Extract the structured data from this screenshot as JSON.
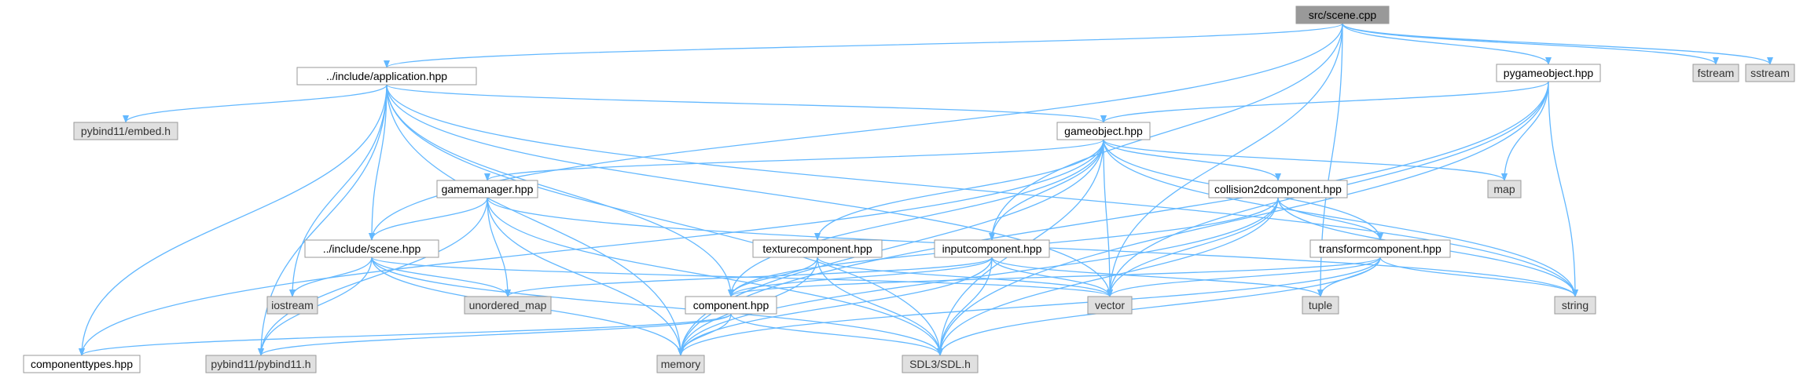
{
  "diagram": {
    "type": "include-dependency-graph",
    "colors": {
      "root_fill": "#999999",
      "project_fill": "#ffffff",
      "system_fill": "#e0e0e0",
      "border": "#999999",
      "edge": "#63b8ff"
    },
    "nodes": [
      {
        "id": "scene_cpp",
        "label": "src/scene.cpp",
        "kind": "root"
      },
      {
        "id": "application_hpp",
        "label": "../include/application.hpp",
        "kind": "project"
      },
      {
        "id": "pygameobject_hpp",
        "label": "pygameobject.hpp",
        "kind": "project"
      },
      {
        "id": "fstream",
        "label": "fstream",
        "kind": "system"
      },
      {
        "id": "sstream",
        "label": "sstream",
        "kind": "system"
      },
      {
        "id": "embed_h",
        "label": "pybind11/embed.h",
        "kind": "system"
      },
      {
        "id": "gameobject_hpp",
        "label": "gameobject.hpp",
        "kind": "project"
      },
      {
        "id": "gamemanager_hpp",
        "label": "gamemanager.hpp",
        "kind": "project"
      },
      {
        "id": "collision_hpp",
        "label": "collision2dcomponent.hpp",
        "kind": "project"
      },
      {
        "id": "map",
        "label": "map",
        "kind": "system"
      },
      {
        "id": "scene_hpp",
        "label": "../include/scene.hpp",
        "kind": "project"
      },
      {
        "id": "texture_hpp",
        "label": "texturecomponent.hpp",
        "kind": "project"
      },
      {
        "id": "input_hpp",
        "label": "inputcomponent.hpp",
        "kind": "project"
      },
      {
        "id": "transform_hpp",
        "label": "transformcomponent.hpp",
        "kind": "project"
      },
      {
        "id": "iostream",
        "label": "iostream",
        "kind": "system"
      },
      {
        "id": "unordered_map",
        "label": "unordered_map",
        "kind": "system"
      },
      {
        "id": "component_hpp",
        "label": "component.hpp",
        "kind": "project"
      },
      {
        "id": "vector",
        "label": "vector",
        "kind": "system"
      },
      {
        "id": "tuple",
        "label": "tuple",
        "kind": "system"
      },
      {
        "id": "string",
        "label": "string",
        "kind": "system"
      },
      {
        "id": "componenttypes_hpp",
        "label": "componenttypes.hpp",
        "kind": "project"
      },
      {
        "id": "pybind11_h",
        "label": "pybind11/pybind11.h",
        "kind": "system"
      },
      {
        "id": "memory",
        "label": "memory",
        "kind": "system"
      },
      {
        "id": "sdl_h",
        "label": "SDL3/SDL.h",
        "kind": "system"
      }
    ],
    "edges": [
      [
        "scene_cpp",
        "application_hpp"
      ],
      [
        "scene_cpp",
        "pygameobject_hpp"
      ],
      [
        "scene_cpp",
        "fstream"
      ],
      [
        "scene_cpp",
        "sstream"
      ],
      [
        "scene_cpp",
        "scene_hpp"
      ],
      [
        "scene_cpp",
        "input_hpp"
      ],
      [
        "scene_cpp",
        "vector"
      ],
      [
        "scene_cpp",
        "tuple"
      ],
      [
        "application_hpp",
        "embed_h"
      ],
      [
        "application_hpp",
        "gameobject_hpp"
      ],
      [
        "application_hpp",
        "scene_hpp"
      ],
      [
        "application_hpp",
        "iostream"
      ],
      [
        "application_hpp",
        "componenttypes_hpp"
      ],
      [
        "application_hpp",
        "pybind11_h"
      ],
      [
        "application_hpp",
        "memory"
      ],
      [
        "application_hpp",
        "sdl_h"
      ],
      [
        "application_hpp",
        "component_hpp"
      ],
      [
        "application_hpp",
        "vector"
      ],
      [
        "application_hpp",
        "string"
      ],
      [
        "pygameobject_hpp",
        "gameobject_hpp"
      ],
      [
        "pygameobject_hpp",
        "map"
      ],
      [
        "pygameobject_hpp",
        "vector"
      ],
      [
        "pygameobject_hpp",
        "string"
      ],
      [
        "pygameobject_hpp",
        "memory"
      ],
      [
        "pygameobject_hpp",
        "sdl_h"
      ],
      [
        "gameobject_hpp",
        "gamemanager_hpp"
      ],
      [
        "gameobject_hpp",
        "collision_hpp"
      ],
      [
        "gameobject_hpp",
        "map"
      ],
      [
        "gameobject_hpp",
        "texture_hpp"
      ],
      [
        "gameobject_hpp",
        "input_hpp"
      ],
      [
        "gameobject_hpp",
        "transform_hpp"
      ],
      [
        "gameobject_hpp",
        "component_hpp"
      ],
      [
        "gameobject_hpp",
        "componenttypes_hpp"
      ],
      [
        "gameobject_hpp",
        "vector"
      ],
      [
        "gameobject_hpp",
        "string"
      ],
      [
        "gameobject_hpp",
        "memory"
      ],
      [
        "gameobject_hpp",
        "sdl_h"
      ],
      [
        "gamemanager_hpp",
        "scene_hpp"
      ],
      [
        "gamemanager_hpp",
        "unordered_map"
      ],
      [
        "gamemanager_hpp",
        "pybind11_h"
      ],
      [
        "gamemanager_hpp",
        "memory"
      ],
      [
        "gamemanager_hpp",
        "sdl_h"
      ],
      [
        "gamemanager_hpp",
        "string"
      ],
      [
        "collision_hpp",
        "component_hpp"
      ],
      [
        "collision_hpp",
        "transform_hpp"
      ],
      [
        "collision_hpp",
        "vector"
      ],
      [
        "collision_hpp",
        "string"
      ],
      [
        "collision_hpp",
        "memory"
      ],
      [
        "collision_hpp",
        "sdl_h"
      ],
      [
        "scene_hpp",
        "iostream"
      ],
      [
        "scene_hpp",
        "unordered_map"
      ],
      [
        "scene_hpp",
        "pybind11_h"
      ],
      [
        "scene_hpp",
        "memory"
      ],
      [
        "scene_hpp",
        "sdl_h"
      ],
      [
        "scene_hpp",
        "vector"
      ],
      [
        "texture_hpp",
        "component_hpp"
      ],
      [
        "texture_hpp",
        "vector"
      ],
      [
        "texture_hpp",
        "memory"
      ],
      [
        "texture_hpp",
        "sdl_h"
      ],
      [
        "input_hpp",
        "component_hpp"
      ],
      [
        "input_hpp",
        "unordered_map"
      ],
      [
        "input_hpp",
        "vector"
      ],
      [
        "input_hpp",
        "tuple"
      ],
      [
        "input_hpp",
        "memory"
      ],
      [
        "input_hpp",
        "sdl_h"
      ],
      [
        "transform_hpp",
        "component_hpp"
      ],
      [
        "transform_hpp",
        "vector"
      ],
      [
        "transform_hpp",
        "tuple"
      ],
      [
        "transform_hpp",
        "string"
      ],
      [
        "transform_hpp",
        "memory"
      ],
      [
        "transform_hpp",
        "sdl_h"
      ],
      [
        "component_hpp",
        "componenttypes_hpp"
      ],
      [
        "component_hpp",
        "pybind11_h"
      ],
      [
        "component_hpp",
        "memory"
      ],
      [
        "component_hpp",
        "sdl_h"
      ]
    ]
  }
}
